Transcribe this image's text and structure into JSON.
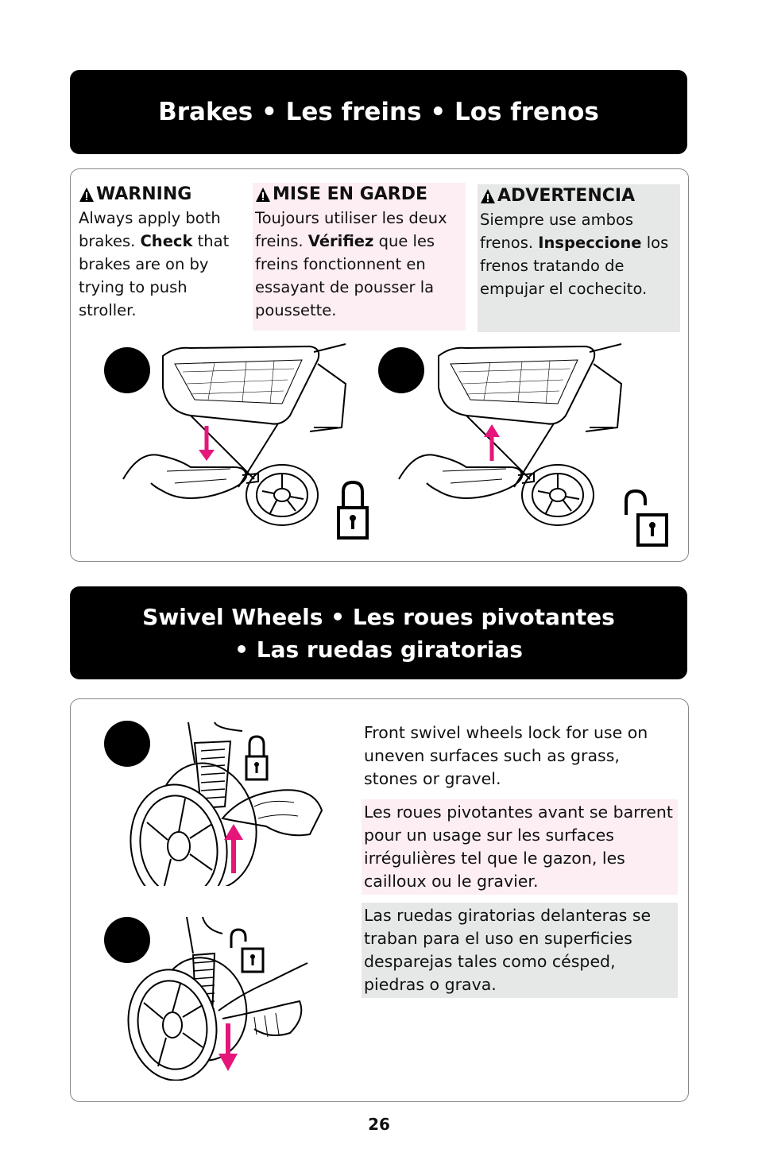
{
  "brakes": {
    "title": "Brakes • Les freins • Los frenos",
    "warnings": [
      {
        "heading": "WARNING",
        "text_before": "Always apply both brakes. ",
        "bold": "Check",
        "text_after": " that brakes are on by trying to push stroller."
      },
      {
        "heading": "MISE EN GARDE",
        "text_before": "Toujours utiliser les deux freins. ",
        "bold": "Vérifiez",
        "text_after": " que les freins fonctionnent en essayant de pousser la poussette."
      },
      {
        "heading": "ADVERTENCIA",
        "text_before": "Siempre use ambos frenos. ",
        "bold": "Inspeccione",
        "text_after": " los frenos tratando de empujar el cochecito."
      }
    ]
  },
  "swivel": {
    "title_line1": "Swivel Wheels • Les roues pivotantes",
    "title_line2": "• Las ruedas giratorias",
    "text_en": "Front swivel wheels lock for use on uneven surfaces such as grass, stones or gravel.",
    "text_fr": "Les roues pivotantes avant se barrent pour un usage sur les surfaces irrégulières tel que le gazon, les cailloux ou le gravier.",
    "text_es": "Las ruedas giratorias delanteras se traban para el uso en superficies desparejas tales como césped, piedras o grava."
  },
  "icons": {
    "warning": "warning-triangle-icon",
    "locked": "padlock-locked-icon",
    "unlocked": "padlock-unlocked-icon",
    "arrow_up": "arrow-up-icon",
    "arrow_down": "arrow-down-icon"
  },
  "colors": {
    "arrow": "#e5157a",
    "banner": "#000000",
    "pink_tint": "#fdeef4",
    "gray_tint": "#e6e7e7"
  },
  "page_number": "26"
}
